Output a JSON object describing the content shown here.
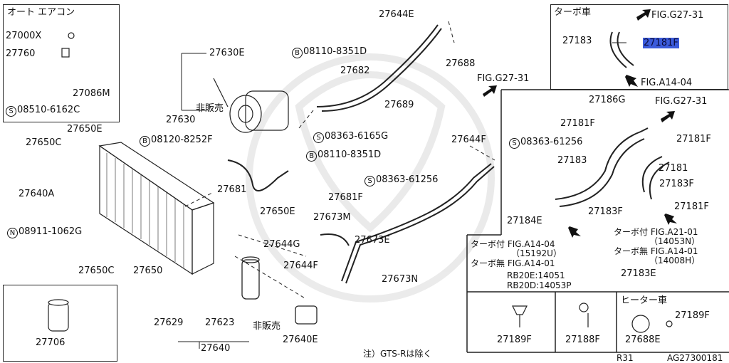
{
  "title": "",
  "boxes": {
    "auto_aircon": {
      "title": "オート エアコン",
      "labels": [
        "27000X",
        "27760",
        "27086M",
        "08510-6162C"
      ],
      "circ": "S"
    },
    "turbo": {
      "title": "ターボ車",
      "labels": [
        "FIG.G27-31",
        "27183",
        "27181F",
        "FIG.A14-04"
      ]
    },
    "heater": {
      "title": "ヒーター車",
      "labels": [
        "27189F",
        "27688E"
      ]
    },
    "part_27706": "27706",
    "part_27189F": "27189F",
    "part_27188F": "27188F"
  },
  "labels": {
    "p27644E": "27644E",
    "p27630E": "27630E",
    "b08110_top": "08110-8351D",
    "p27682": "27682",
    "p27688": "27688",
    "figG2731_a": "FIG.G27-31",
    "hanbai_a": "非販売",
    "p27630": "27630",
    "p27689": "27689",
    "s08363_6165G": "08363-6165G",
    "p27650E_top": "27650E",
    "p27650C_top": "27650C",
    "b08120": "08120-8252F",
    "b08110_mid": "08110-8351D",
    "p27644F_right": "27644F",
    "p27640A": "27640A",
    "s08363_61256_mid": "08363-61256",
    "p27681": "27681",
    "p27681F": "27681F",
    "n08911": "08911-1062G",
    "p27650E_mid": "27650E",
    "p27673M": "27673M",
    "p27673E": "27673E",
    "p27644G": "27644G",
    "p27644F_low": "27644F",
    "p27650C_low": "27650C",
    "p27650": "27650",
    "p27673N": "27673N",
    "p27629": "27629",
    "p27623": "27623",
    "hanbai_b": "非販売",
    "p27640": "27640",
    "p27640E": "27640E",
    "note": "注）GTS-Rは除く",
    "r31": "R31",
    "code": "AG27300181"
  },
  "right_panel": {
    "p27186G": "27186G",
    "figG2731_b": "FIG.G27-31",
    "p27181F_a": "27181F",
    "s08363_61256": "08363-61256",
    "p27181F_b": "27181F",
    "p27183": "27183",
    "p27181": "27181",
    "p27183F_a": "27183F",
    "p27181F_c": "27181F",
    "p27184E": "27184E",
    "p27183F_b": "27183F",
    "turbo_with_1": "ターボ付",
    "figA1404": "FIG.A14-04",
    "p15192U": "（15192U）",
    "turbo_without_1": "ターボ無",
    "figA1401": "FIG.A14-01",
    "rb20e": "RB20E:14051",
    "rb20d": "RB20D:14053P",
    "turbo_with_2": "ターボ付",
    "figA2101": "FIG.A21-01",
    "p14053N": "（14053N）",
    "turbo_without_2": "ターボ無",
    "figA1401b": "FIG.A14-01",
    "p14008H": "（14008H）",
    "p27183E": "27183E"
  },
  "highlight_color": "#3b5bdb"
}
